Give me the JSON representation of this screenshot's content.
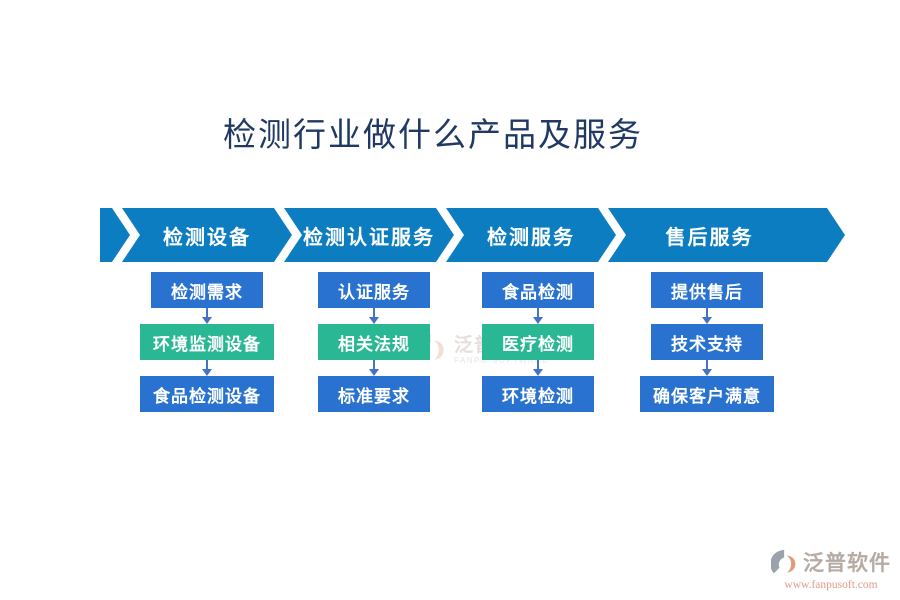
{
  "title": "检测行业做什么产品及服务",
  "colors": {
    "band_blue": "#0d7dc2",
    "box_blue": "#2a72d0",
    "box_green": "#29b794",
    "connector_blue": "#4472c4",
    "title_navy": "#1f3864",
    "footer_name_gray": "#b5aba3",
    "footer_url_salmon": "#e09a8b"
  },
  "flow": {
    "columns": [
      {
        "header": "检测设备",
        "steps": [
          {
            "label": "检测需求",
            "color": "#2a72d0"
          },
          {
            "label": "环境监测设备",
            "color": "#29b794"
          },
          {
            "label": "食品检测设备",
            "color": "#2a72d0"
          }
        ]
      },
      {
        "header": "检测认证服务",
        "steps": [
          {
            "label": "认证服务",
            "color": "#2a72d0"
          },
          {
            "label": "相关法规",
            "color": "#29b794"
          },
          {
            "label": "标准要求",
            "color": "#2a72d0"
          }
        ]
      },
      {
        "header": "检测服务",
        "steps": [
          {
            "label": "食品检测",
            "color": "#2a72d0"
          },
          {
            "label": "医疗检测",
            "color": "#29b794"
          },
          {
            "label": "环境检测",
            "color": "#2a72d0"
          }
        ]
      },
      {
        "header": "售后服务",
        "steps": [
          {
            "label": "提供售后",
            "color": "#2a72d0"
          },
          {
            "label": "技术支持",
            "color": "#2a72d0"
          },
          {
            "label": "确保客户满意",
            "color": "#2a72d0"
          }
        ]
      }
    ]
  },
  "watermark": {
    "name": "泛普软件",
    "subtitle": "FANPU SOFTWARE"
  },
  "footer": {
    "brand": "泛普软件",
    "url": "www.fanpusoft.com"
  }
}
